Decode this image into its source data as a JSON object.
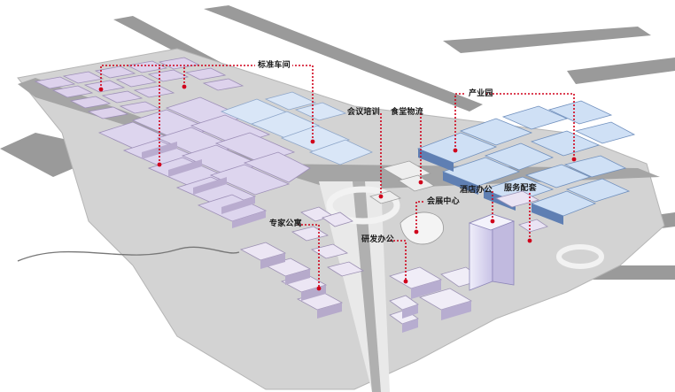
{
  "labels": {
    "workshop": "标准车间",
    "industry_park": "产业园",
    "conference": "会议培训",
    "canteen_logistics": "食堂物流",
    "hotel_office": "酒店办公",
    "service": "服务配套",
    "expo_center": "会展中心",
    "expert_apartment": "专家公寓",
    "rnd_office": "研发办公"
  },
  "colors": {
    "callout": "#d0021b",
    "ground": "#d3d3d3",
    "road": "#9c9c9c",
    "workshop_roof": "#ddd2ec",
    "industry_roof": "#cfe0f5",
    "tower": "#e3e0f5"
  }
}
